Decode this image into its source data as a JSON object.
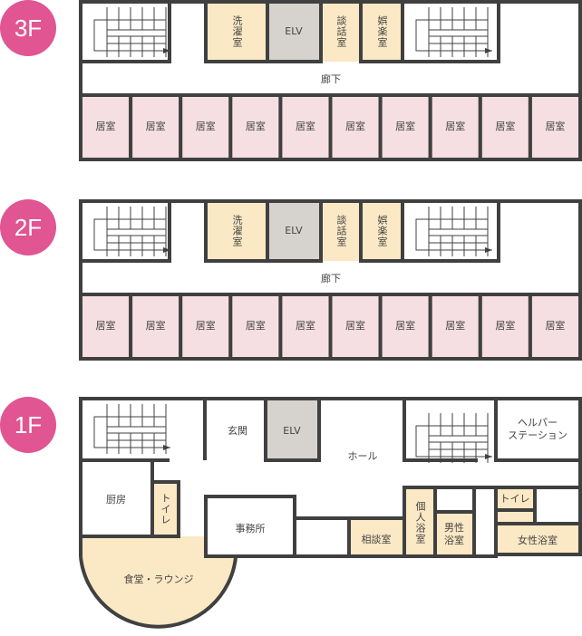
{
  "colors": {
    "wall": "#404040",
    "beige": "#fbe8c4",
    "pink": "#f5dfe3",
    "elevator": "#d6d3cf",
    "badge": "#e05592"
  },
  "floors": [
    {
      "label": "3F",
      "laundry": "洗濯室",
      "elv": "ELV",
      "lounge_talk": "談話室",
      "recreation": "娯楽室",
      "corridor": "廊下",
      "rooms": [
        "居室",
        "居室",
        "居室",
        "居室",
        "居室",
        "居室",
        "居室",
        "居室",
        "居室",
        "居室"
      ]
    },
    {
      "label": "2F",
      "laundry": "洗濯室",
      "elv": "ELV",
      "lounge_talk": "談話室",
      "recreation": "娯楽室",
      "corridor": "廊下",
      "rooms": [
        "居室",
        "居室",
        "居室",
        "居室",
        "居室",
        "居室",
        "居室",
        "居室",
        "居室",
        "居室"
      ]
    },
    {
      "label": "1F",
      "entrance": "玄関",
      "elv": "ELV",
      "hall": "ホール",
      "helper_station": "ヘルパー\nステーション",
      "kitchen": "厨房",
      "toilet_left": "トイレ",
      "dining": "食堂・ラウンジ",
      "office": "事務所",
      "consultation": "相談室",
      "private_bath": "個人浴室",
      "mens_bath": "男性\n浴室",
      "toilet_right": "トイレ",
      "womens_bath": "女性浴室"
    }
  ]
}
